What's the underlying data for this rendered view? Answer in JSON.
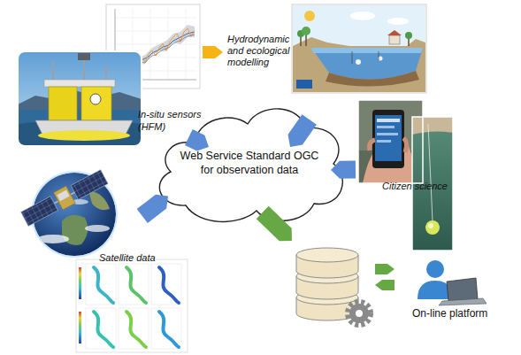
{
  "diagram": {
    "nodes": [
      {
        "text": [
          "In-situ sensors (HFM)"
        ]
      },
      {
        "text": [
          "Hydrodynamic and ecological modelling"
        ]
      },
      {
        "text": [
          "Web Service Standard OGC for observation data"
        ]
      },
      {
        "text": [
          "Citizen science"
        ]
      },
      {
        "text": [
          "Satellite data"
        ]
      },
      {
        "text": [
          "On-line platform"
        ]
      }
    ],
    "edges": [
      {
        "from": 0,
        "to": 2,
        "arrow": "to"
      },
      {
        "from": 1,
        "to": 2,
        "arrow": "to"
      },
      {
        "from": 3,
        "to": 2,
        "arrow": "to"
      },
      {
        "from": 4,
        "to": 2,
        "arrow": "to"
      },
      {
        "from": 2,
        "to": 5,
        "arrow": "to"
      }
    ]
  }
}
